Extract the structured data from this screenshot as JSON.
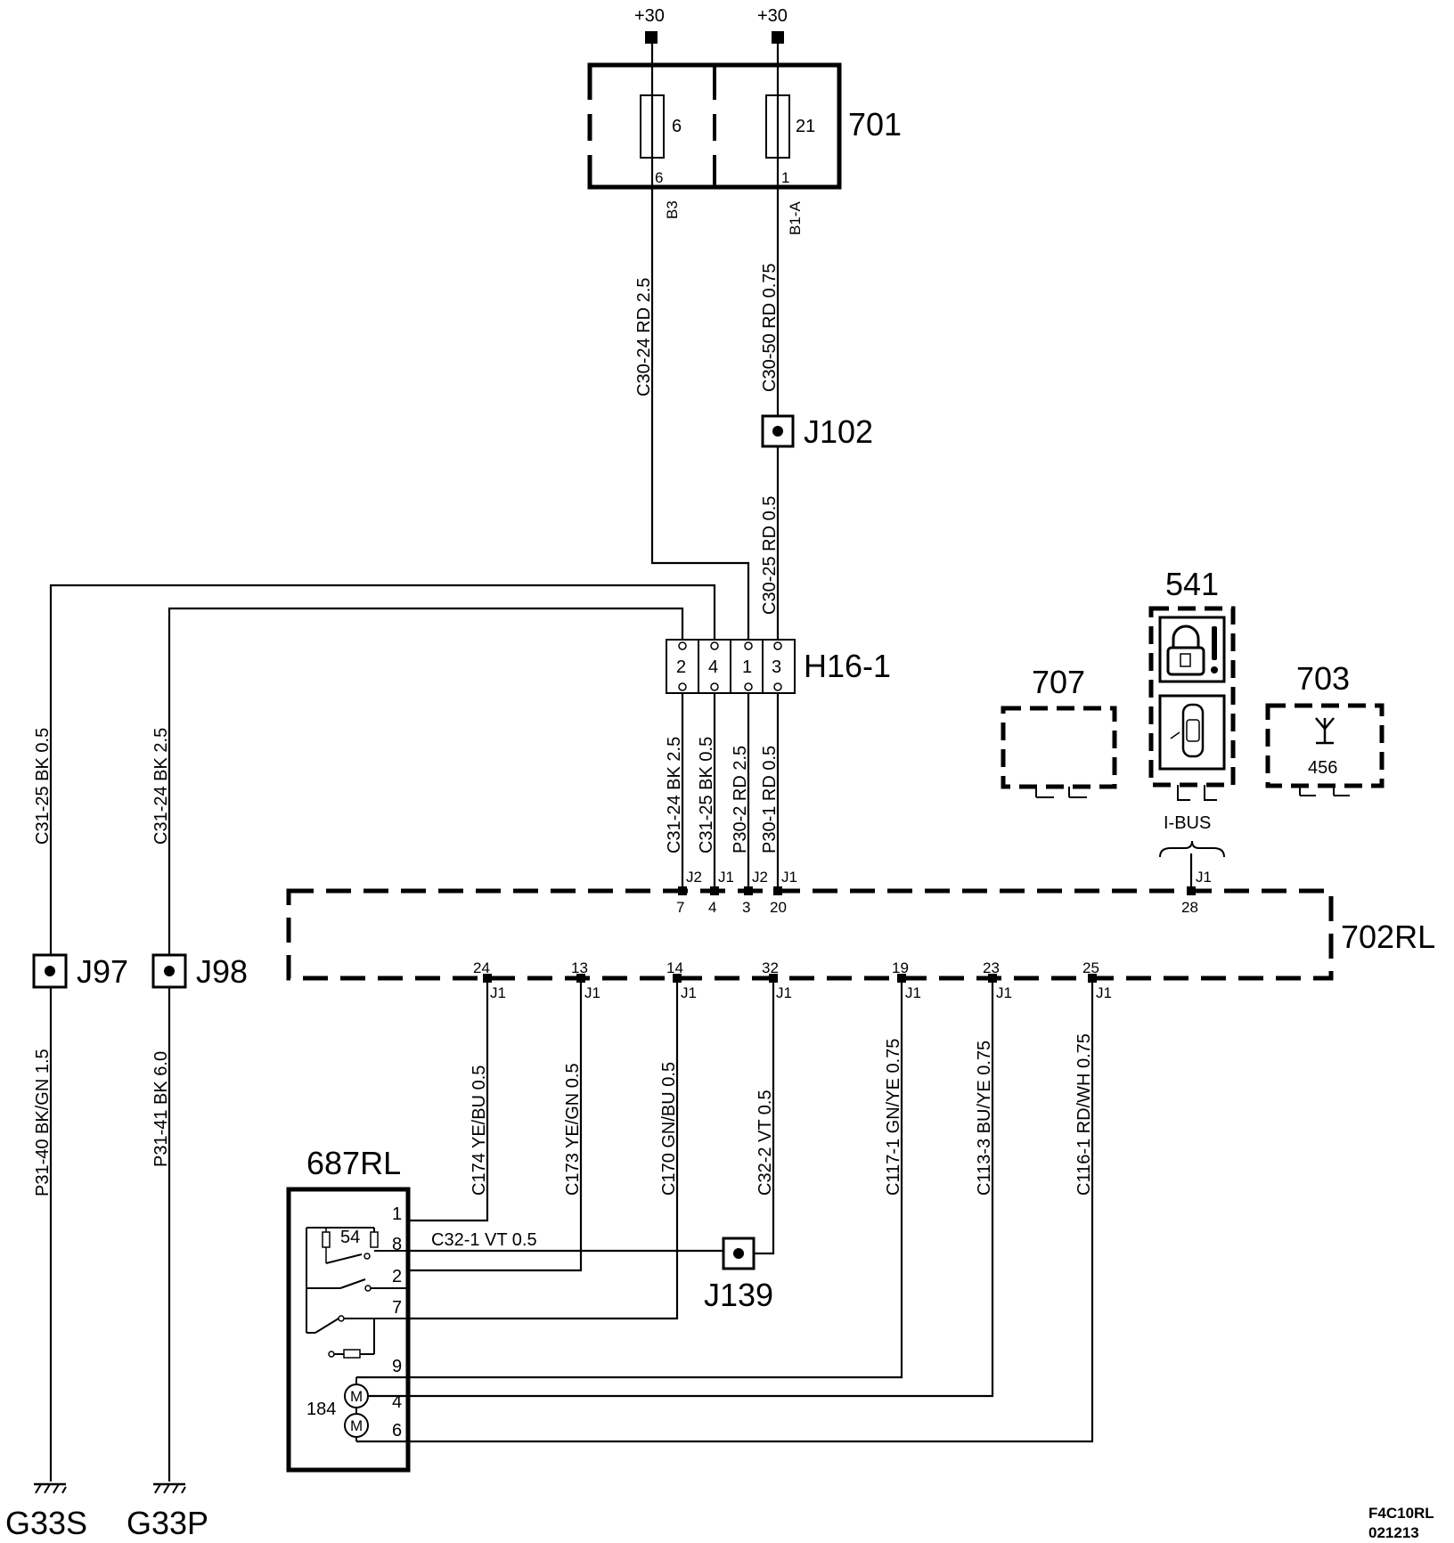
{
  "supply": {
    "left": "+30",
    "right": "+30"
  },
  "fusebox": {
    "id": "701",
    "fuse_a": {
      "num": "6",
      "pin": "6",
      "conn": "B3"
    },
    "fuse_b": {
      "num": "21",
      "pin": "1",
      "conn": "B1-A"
    }
  },
  "wires": {
    "c30_24": "C30-24  RD  2.5",
    "c30_50": "C30-50  RD  0.75",
    "c30_25": "C30-25  RD 0.5",
    "c31_25_left": "C31-25  BK  0.5",
    "c31_24_left": "C31-24  BK  2.5",
    "c31_24": "C31-24  BK  2.5",
    "c31_25": "C31-25  BK  0.5",
    "p30_2": "P30-2  RD  2.5",
    "p30_1": "P30-1  RD  0.5",
    "p31_40": "P31-40  BK/GN  1.5",
    "p31_41": "P31-41   BK   6.0",
    "c174": "C174  YE/BU  0.5",
    "c173": "C173  YE/GN  0.5",
    "c170": "C170   GN/BU  0.5",
    "c32_2": "C32-2   VT   0.5",
    "c117": "C117-1  GN/YE  0.75",
    "c113": "C113-3  BU/YE  0.75",
    "c116": "C116-1  RD/WH  0.75",
    "c32_1": "C32-1   VT  0.5"
  },
  "splices": {
    "j102": "J102",
    "j97": "J97",
    "j98": "J98",
    "j139": "J139"
  },
  "connector_h16": {
    "id": "H16-1",
    "pins": [
      "2",
      "4",
      "1",
      "3"
    ]
  },
  "module_702": {
    "id": "702RL",
    "top_pins": [
      {
        "conn": "J2",
        "pin": "7"
      },
      {
        "conn": "J1",
        "pin": "4"
      },
      {
        "conn": "J2",
        "pin": "3"
      },
      {
        "conn": "J1",
        "pin": "20"
      },
      {
        "conn": "J1",
        "pin": "28"
      }
    ],
    "bottom_pins": [
      {
        "pin": "24",
        "conn": "J1"
      },
      {
        "pin": "13",
        "conn": "J1"
      },
      {
        "pin": "14",
        "conn": "J1"
      },
      {
        "pin": "32",
        "conn": "J1"
      },
      {
        "pin": "19",
        "conn": "J1"
      },
      {
        "pin": "23",
        "conn": "J1"
      },
      {
        "pin": "25",
        "conn": "J1"
      }
    ]
  },
  "component_707": "707",
  "component_541": "541",
  "component_703": {
    "id": "703",
    "sub": "456"
  },
  "ibus": "I-BUS",
  "component_687": {
    "id": "687RL",
    "pins": [
      "1",
      "8",
      "2",
      "7",
      "9",
      "4",
      "6"
    ],
    "switch_num": "54",
    "motor_num": "184",
    "motor_symbol": "M"
  },
  "grounds": {
    "left": "G33S",
    "right": "G33P"
  },
  "footer": {
    "line1": "F4C10RL",
    "line2": "021213"
  },
  "icons": [
    "ground-icon",
    "lock-icon",
    "car-icon",
    "antenna-icon",
    "motor-icon",
    "switch-icon",
    "fuse-icon"
  ]
}
